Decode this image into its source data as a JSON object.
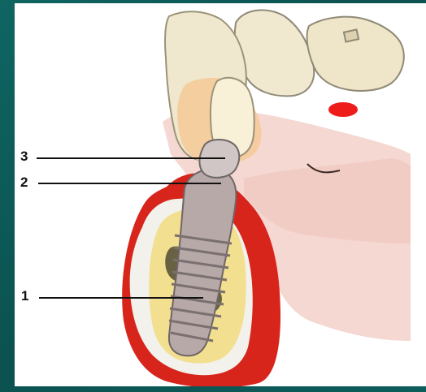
{
  "labels": [
    {
      "id": "3",
      "text": "3"
    },
    {
      "id": "2",
      "text": "2"
    },
    {
      "id": "1",
      "text": "1"
    }
  ],
  "colors": {
    "background": "#0f5d5a",
    "gum": "#d8251c",
    "bone": "#f2df8f",
    "implant": "#b8a9a9",
    "crown": "#f1ead3",
    "soft_tissue": "#f6dcd5"
  },
  "icons": {
    "implant": "dental-implant-icon",
    "crown": "tooth-crown-icon"
  }
}
